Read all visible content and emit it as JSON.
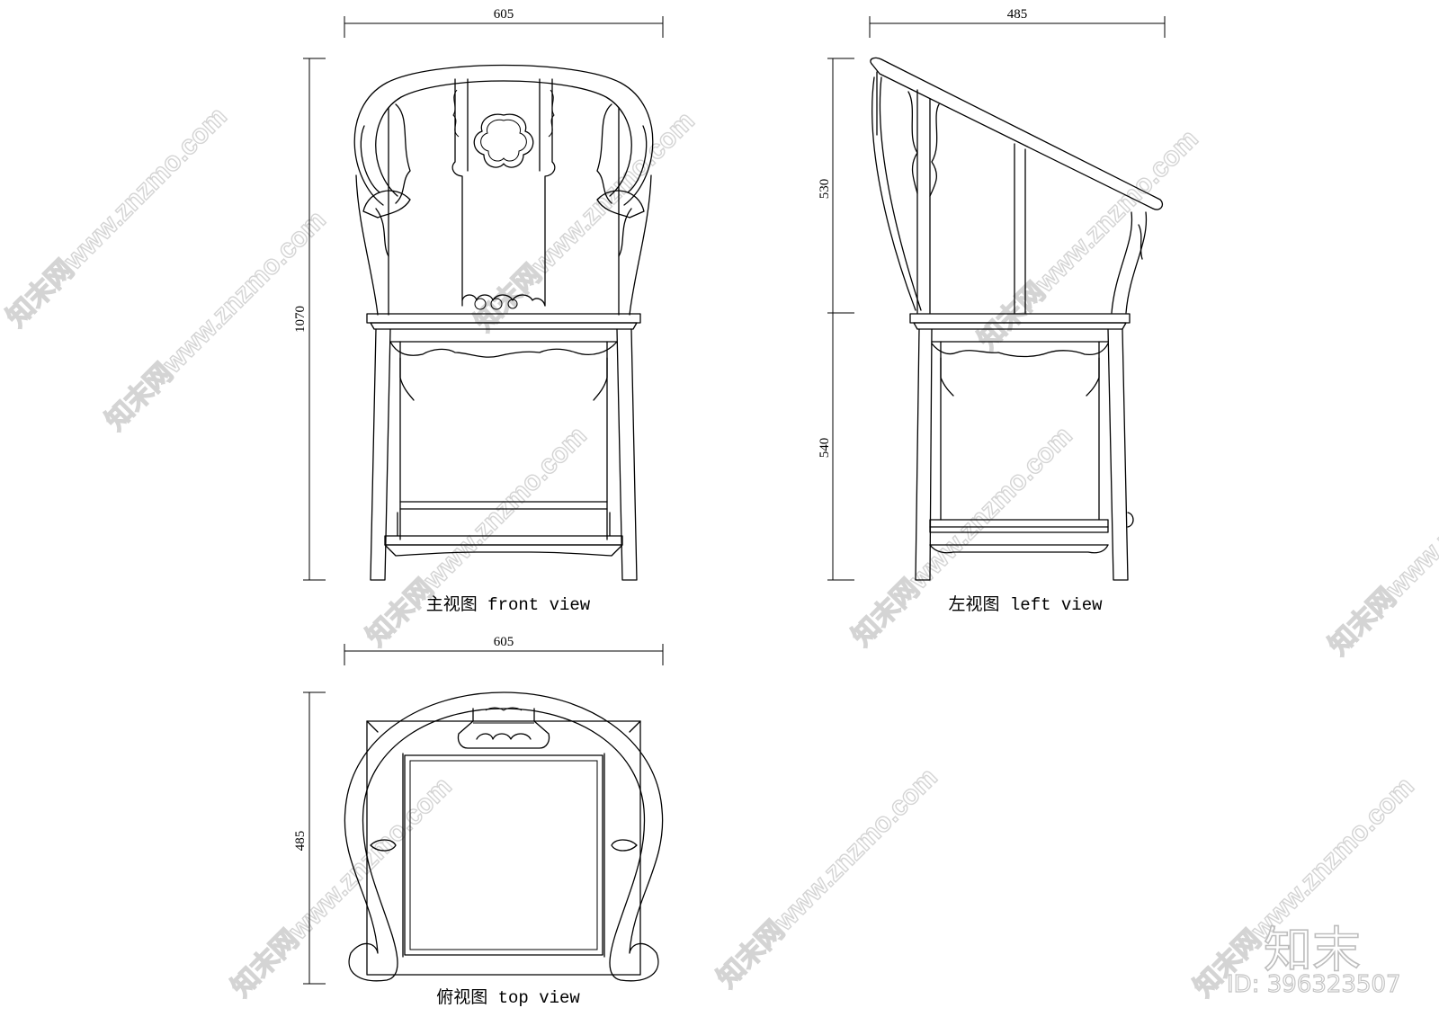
{
  "front_view": {
    "caption": "主视图 front view",
    "width_dim": "605",
    "height_dim": "1070"
  },
  "left_view": {
    "caption": "左视图  left view",
    "depth_dim": "485",
    "upper_dim": "530",
    "lower_dim": "540"
  },
  "top_view": {
    "caption": "俯视图  top view",
    "width_dim": "605",
    "depth_dim": "485"
  },
  "watermark": {
    "text": "知末网www.znzmo.com",
    "brand": "知末",
    "id_label": "ID: 396323507"
  },
  "colors": {
    "line": "#000000",
    "background": "#ffffff",
    "watermark": "#d4d4d4"
  }
}
